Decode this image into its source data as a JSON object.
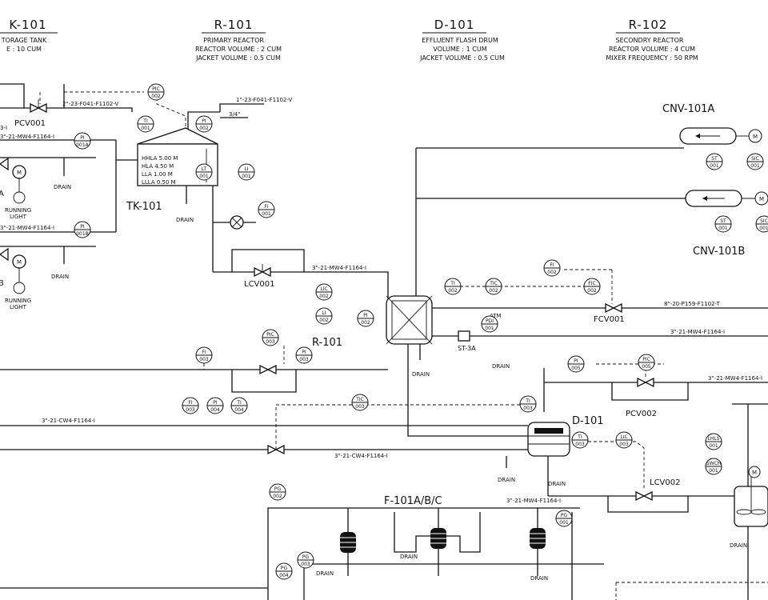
{
  "headers": [
    {
      "id": "tk101",
      "tag": "K-101",
      "lines": [
        "TORAGE TANK",
        "E : 10 CUM"
      ]
    },
    {
      "id": "r101",
      "tag": "R-101",
      "lines": [
        "PRIMARY REACTOR",
        "REACTOR VOLUME : 2 CUM",
        "JACKET VOLUME : 0.5 CUM"
      ]
    },
    {
      "id": "d101",
      "tag": "D-101",
      "lines": [
        "EFFLUENT FLASH DRUM",
        "VOLUME : 1 CUM",
        "JACKET VOLUME : 0.5 CUM"
      ]
    },
    {
      "id": "r102",
      "tag": "R-102",
      "lines": [
        "SECONDRY REACTOR",
        "REACTOR VOLUME : 4 CUM",
        "MIXER FREQUEMCY : 50 RPM"
      ]
    }
  ],
  "equipment": {
    "tk101": "TK-101",
    "r101": "R-101",
    "d101": "D-101",
    "cnv101a": "CNV-101A",
    "cnv101b": "CNV-101B",
    "filters": "F-101A/B/C",
    "tank_levels": [
      "HHLA 5.00 M",
      "HLA 4.50 M",
      "LLA 1.00 M",
      "LLLA 0.50 M"
    ]
  },
  "valves": {
    "pcv001": "PCV001",
    "lcv001": "LCV001",
    "fcv001": "FCV001",
    "pcv002": "PCV002",
    "lcv002": "LCV002",
    "st3a": "ST-3A"
  },
  "lines": {
    "l1": "2\"-23-F041-F1102-V",
    "l2": "1\"-23-F041-F1102-V",
    "l3": "3/4\"",
    "l4": "3\"-21-MW4-F1164-I",
    "l5": "3\"-21-MW4-F1164-I",
    "l6": "3\"-21-MW4-F1164-I",
    "l7": "8\"-20-P159-F1102-T",
    "l8": "3\"-21-MW4-F1164-I",
    "l9": "3\"-21-MW4-F1164-I",
    "l10": "3\"-21-CW4-F1164-I",
    "l11": "3\"-21-CW4-F1164-I",
    "l12": "3\"-21-MW4-F1164-I",
    "l13": "3-I",
    "atm": "ATM"
  },
  "misc": {
    "running_light_1": [
      "RUNNING",
      "LIGHT"
    ],
    "running_light_2": [
      "RUNNING",
      "LIGHT"
    ],
    "drain": "DRAIN",
    "pump_a": "A",
    "pump_b": "B"
  },
  "instruments": [
    {
      "id": "pic002",
      "top": "PIC",
      "bot": "002"
    },
    {
      "id": "ti001",
      "top": "TI",
      "bot": "001"
    },
    {
      "id": "pi002",
      "top": "PI",
      "bot": "002"
    },
    {
      "id": "pi001a",
      "top": "PI",
      "bot": "001A"
    },
    {
      "id": "pi001b",
      "top": "PI",
      "bot": "001B"
    },
    {
      "id": "lt001",
      "top": "LT",
      "bot": "001"
    },
    {
      "id": "li001",
      "top": "LI",
      "bot": "001"
    },
    {
      "id": "fi001",
      "top": "FI",
      "bot": "001"
    },
    {
      "id": "lic002",
      "top": "LIC",
      "bot": "002"
    },
    {
      "id": "li002",
      "top": "LI",
      "bot": "002"
    },
    {
      "id": "ti002",
      "top": "TI",
      "bot": "002"
    },
    {
      "id": "tic002",
      "top": "TIC",
      "bot": "002"
    },
    {
      "id": "fi002",
      "top": "FI",
      "bot": "002"
    },
    {
      "id": "fic002",
      "top": "FIC",
      "bot": "002"
    },
    {
      "id": "pi002b",
      "top": "PI",
      "bot": "002"
    },
    {
      "id": "pdi001",
      "top": "PDI",
      "bot": "001"
    },
    {
      "id": "pic003",
      "top": "PIC",
      "bot": "003"
    },
    {
      "id": "pi003",
      "top": "PI",
      "bot": "003"
    },
    {
      "id": "fi003a",
      "top": "FI",
      "bot": "003"
    },
    {
      "id": "fi003",
      "top": "FI",
      "bot": "003"
    },
    {
      "id": "pi004",
      "top": "PI",
      "bot": "004"
    },
    {
      "id": "ti004",
      "top": "TI",
      "bot": "004"
    },
    {
      "id": "tic003",
      "top": "TIC",
      "bot": "003"
    },
    {
      "id": "ti003",
      "top": "TI",
      "bot": "003"
    },
    {
      "id": "pi005",
      "top": "PI",
      "bot": "005"
    },
    {
      "id": "pic005",
      "top": "PIC",
      "bot": "005"
    },
    {
      "id": "ti003b",
      "top": "TI",
      "bot": "003"
    },
    {
      "id": "lic003",
      "top": "LIC",
      "bot": "003"
    },
    {
      "id": "st001",
      "top": "ST",
      "bot": "001"
    },
    {
      "id": "sic001",
      "top": "SIC",
      "bot": "001"
    },
    {
      "id": "st001b",
      "top": "ST",
      "bot": "001"
    },
    {
      "id": "sic001b",
      "top": "SIC",
      "bot": "001"
    },
    {
      "id": "lhls001",
      "top": "LHLS",
      "bot": "001"
    },
    {
      "id": "swch001",
      "top": "SWCH",
      "bot": "001"
    },
    {
      "id": "pg002",
      "top": "PG",
      "bot": "002"
    },
    {
      "id": "pg001",
      "top": "PG",
      "bot": "001"
    },
    {
      "id": "pg003",
      "top": "PG",
      "bot": "003"
    },
    {
      "id": "pg004",
      "top": "PG",
      "bot": "004"
    }
  ]
}
